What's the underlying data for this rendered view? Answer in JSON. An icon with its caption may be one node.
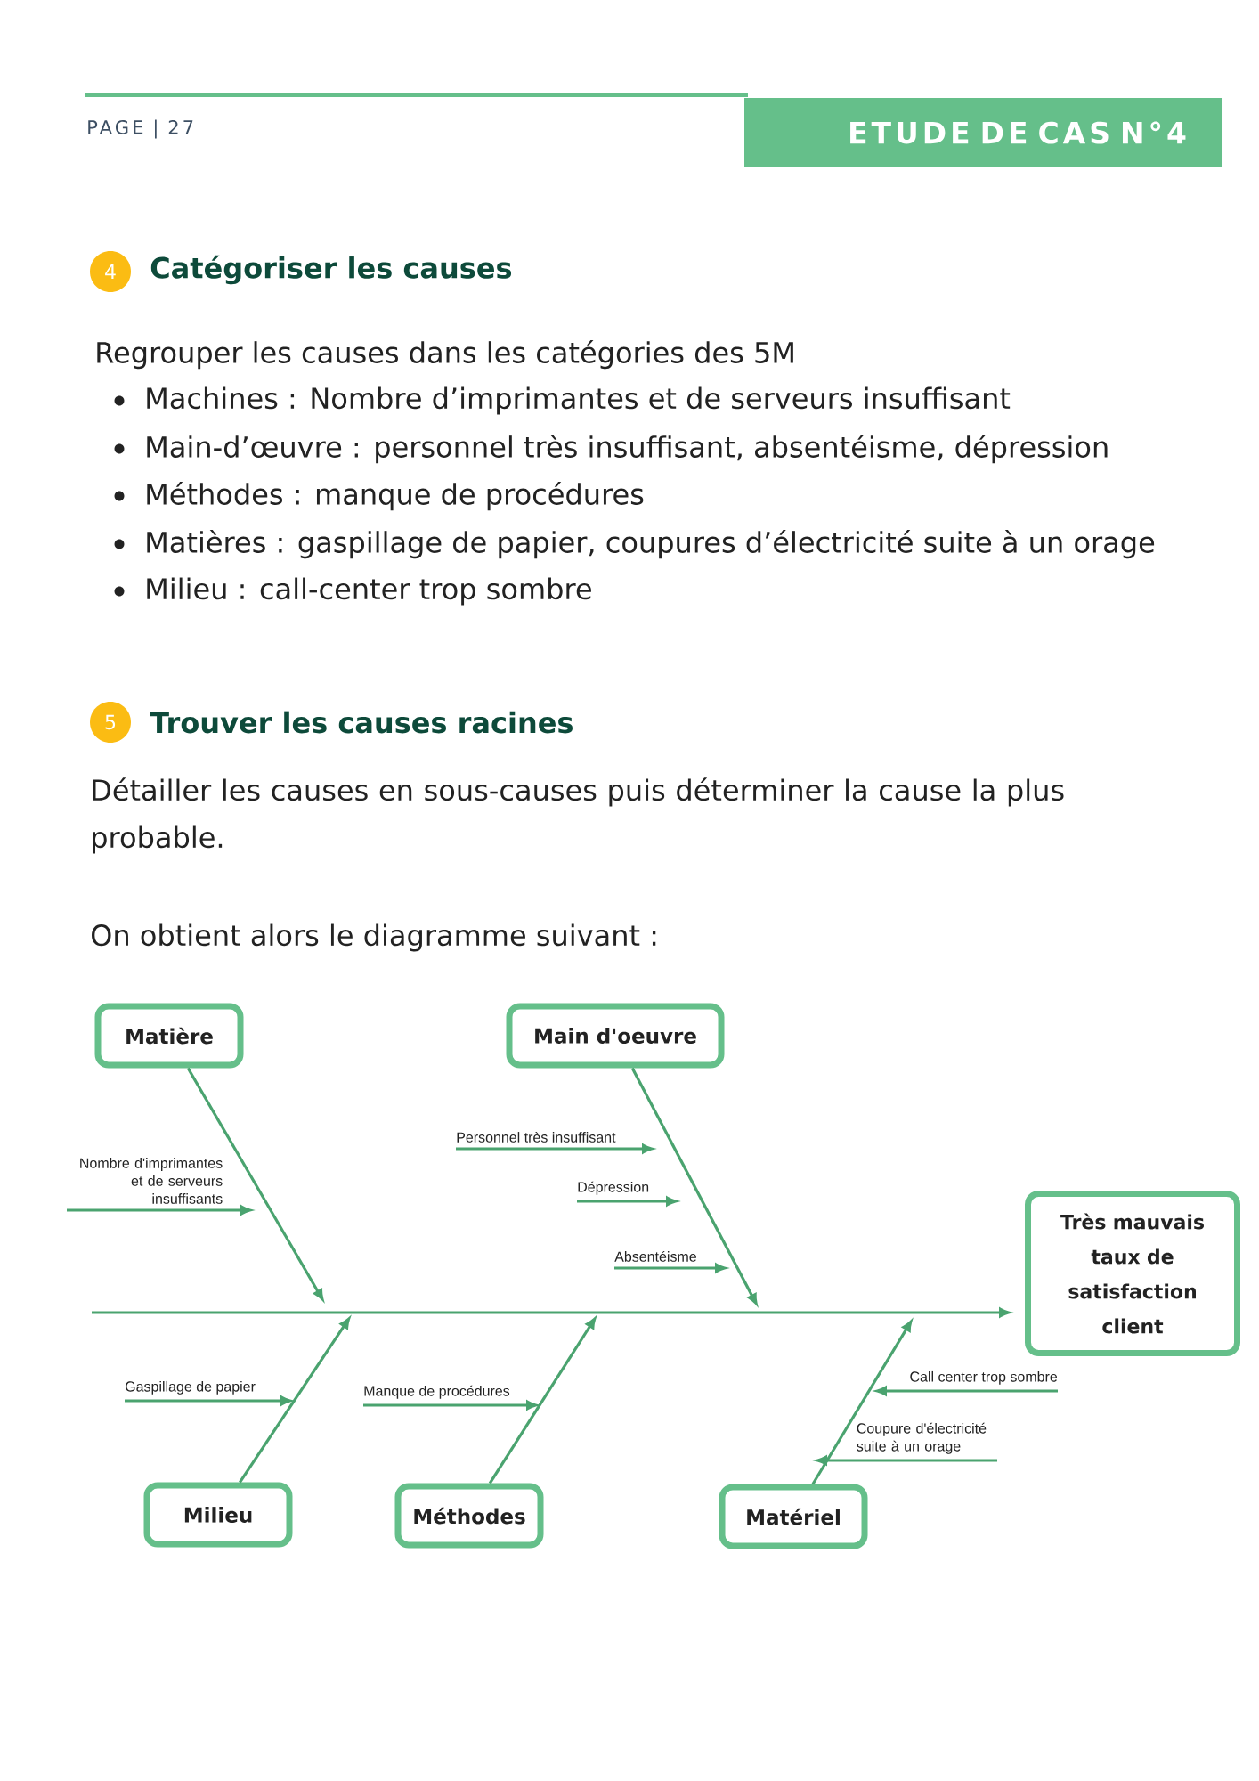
{
  "diagram": {
    "nodes": [
      {
        "text": [
          "ETUDE DE CAS N°4"
        ]
      },
      {
        "text": [
          "4"
        ]
      },
      {
        "text": [
          "5"
        ]
      },
      {
        "text": [
          "Matière"
        ]
      },
      {
        "text": [
          "Main d'oeuvre"
        ]
      },
      {
        "text": [
          "Très mauvais taux de satisfaction client"
        ]
      },
      {
        "text": [
          "Nombre d'imprimantes et de serveurs insuffisants"
        ]
      },
      {
        "text": [
          "Personnel très insuffisant"
        ]
      },
      {
        "text": [
          "Dépression"
        ]
      },
      {
        "text": [
          "Absentéisme"
        ]
      },
      {
        "text": [
          "Gaspillage de papier"
        ]
      },
      {
        "text": [
          "Manque de procédures"
        ]
      },
      {
        "text": [
          "Call center trop sombre"
        ]
      },
      {
        "text": [
          "Coupure d'électricité suite à un orage"
        ]
      },
      {
        "text": [
          "Milieu"
        ]
      },
      {
        "text": [
          "Méthodes"
        ]
      },
      {
        "text": [
          "Matériel"
        ]
      }
    ],
    "edges": [
      {
        "from": null,
        "to": 5,
        "arrow": "to"
      },
      {
        "from": 3,
        "to": null,
        "arrow": "to"
      },
      {
        "from": 4,
        "to": null,
        "arrow": "to"
      },
      {
        "from": 14,
        "to": null,
        "arrow": "to"
      },
      {
        "from": 15,
        "to": null,
        "arrow": "to"
      },
      {
        "from": 16,
        "to": null,
        "arrow": "to"
      },
      {
        "from": 6,
        "to": null,
        "arrow": "to"
      },
      {
        "from": 7,
        "to": null,
        "arrow": "to"
      },
      {
        "from": 8,
        "to": null,
        "arrow": "to"
      },
      {
        "from": 9,
        "to": null,
        "arrow": "to"
      },
      {
        "from": 10,
        "to": null,
        "arrow": "to"
      },
      {
        "from": 11,
        "to": null,
        "arrow": "to"
      },
      {
        "from": 12,
        "to": null,
        "arrow": "to"
      },
      {
        "from": 13,
        "to": null,
        "arrow": "to"
      }
    ],
    "labels": [
      "PAGE | 27",
      "Catégoriser les causes",
      "Regrouper les causes dans les catégories des 5M",
      "Machines : Nombre d’imprimantes et de serveurs insuffisant",
      "Main-d’œuvre : personnel très insuffisant, absentéisme, dépression",
      "Méthodes : manque de procédures",
      "Matières : gaspillage de papier, coupures d’électricité suite à un orage",
      "Milieu : call-center trop sombre",
      "Trouver les causes racines",
      "Détailler les causes en sous-causes puis déterminer la cause la plus probable.",
      "On obtient alors le diagramme suivant :"
    ]
  }
}
